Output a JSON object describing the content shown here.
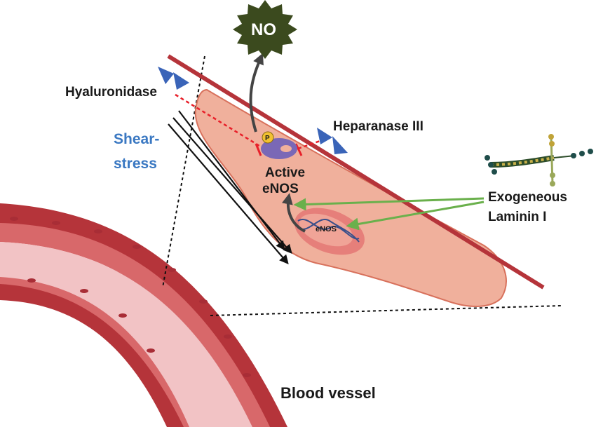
{
  "labels": {
    "no": "NO",
    "hyaluronidase": "Hyaluronidase",
    "heparanase": "Heparanase III",
    "shear_line1": "Shear-",
    "shear_line2": "stress",
    "active_line1": "Active",
    "active_line2": "eNOS",
    "enos_gene": "eNOS",
    "phospho": "P",
    "laminin_line1": "Exogeneous",
    "laminin_line2": "Laminin I",
    "vessel": "Blood vessel"
  },
  "colors": {
    "vessel_wall": "#b5343a",
    "vessel_lumen": "#f2c3c5",
    "cell_body": "#f0b09c",
    "nucleus": "#e67f7a",
    "enzyme_blue": "#3a64b8",
    "shear_blue": "#3a78c2",
    "laminin_green": "#6ab04c",
    "no_burst": "#3b4a1e",
    "enos_protein": "#7a68b6",
    "phosphate": "#f2c230"
  },
  "icons": {
    "no_burst": "starburst-icon",
    "enzyme": "pac-man-enzyme-icon",
    "laminin": "laminin-molecule-icon",
    "dna": "dna-helix-icon"
  }
}
